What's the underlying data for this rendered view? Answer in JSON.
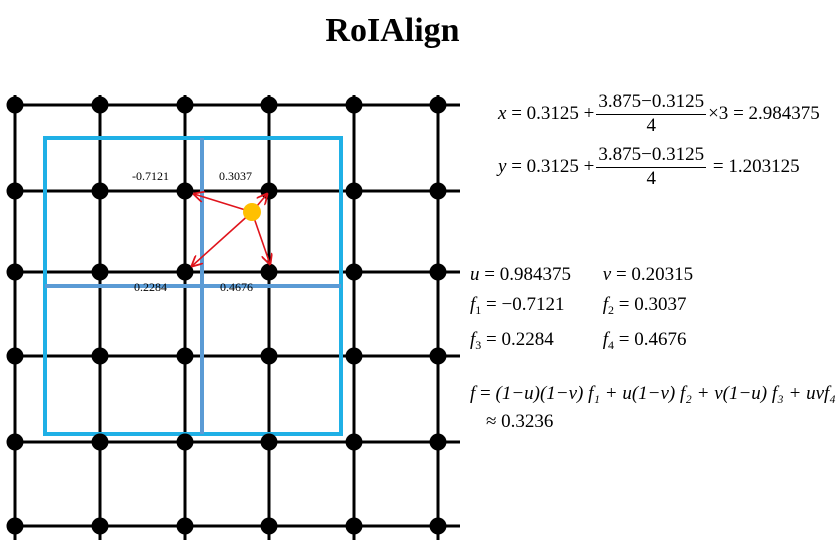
{
  "title": "RoIAlign",
  "diagram": {
    "labels": {
      "f1": "-0.7121",
      "f2": "0.3037",
      "f3": "0.2284",
      "f4": "0.4676"
    },
    "colors": {
      "grid": "#000000",
      "roi_box": "#1fb0e6",
      "bin_divider": "#5b9bd5",
      "arrow": "#e0141c",
      "sample_point": "#ffc000"
    }
  },
  "equations": {
    "x_eq": {
      "lhs": "x",
      "a": "0.3125",
      "num": "3.875−0.3125",
      "den": "4",
      "mult": "×3",
      "result": "2.984375"
    },
    "y_eq": {
      "lhs": "y",
      "a": "0.3125",
      "num": "3.875−0.3125",
      "den": "4",
      "result": "1.203125"
    },
    "u_val": "0.984375",
    "v_val": "0.20315",
    "f1_val": "−0.7121",
    "f2_val": "0.3037",
    "f3_val": "0.2284",
    "f4_val": "0.4676",
    "final_expr": "(1−u)(1−v) f₁ + u(1−v) f₂ + v(1−u) f₃ + uvf₄",
    "approx": "≈ 0.3236"
  }
}
